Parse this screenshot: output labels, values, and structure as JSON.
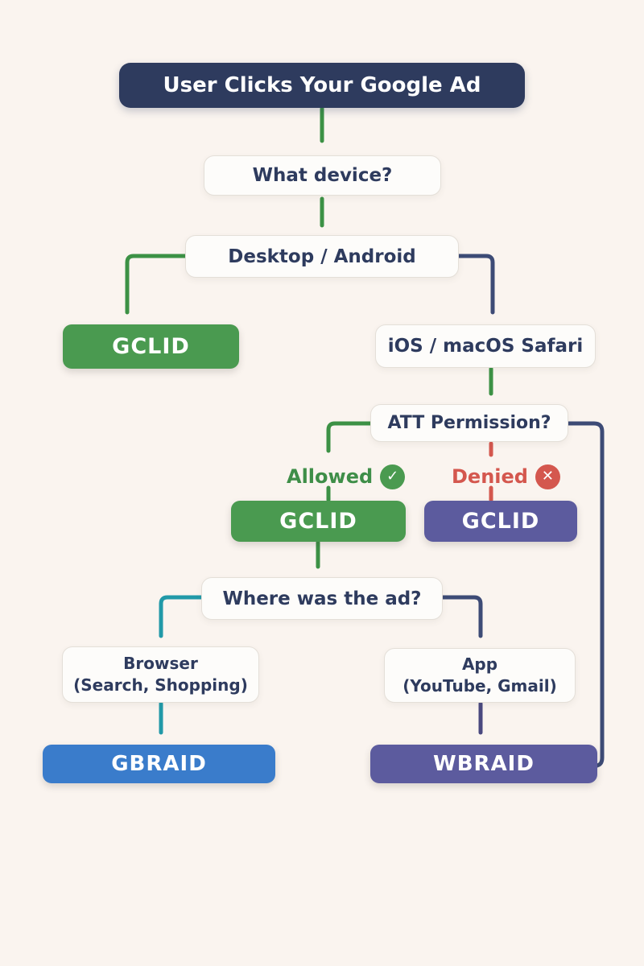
{
  "colors": {
    "background": "#faf4ef",
    "navy": "#2e3b5e",
    "arrow-navy": "#3d4b76",
    "green": "#4a9a50",
    "arrow-green": "#3c9145",
    "green-text": "#3e8e48",
    "teal": "#2199a8",
    "red": "#d4574e",
    "blue": "#3a7ccb",
    "purple": "#5c5b9e",
    "indigo": "#49487f",
    "box-bg": "#fdfcfa",
    "box-border": "#e4dfd8"
  },
  "flowchart": {
    "title": "User Clicks Your Google Ad",
    "nodes": {
      "what_device": "What device?",
      "desktop_android": "Desktop / Android",
      "gclid_desktop": "GCLID",
      "ios_safari": "iOS / macOS Safari",
      "att_permission": "ATT Permission?",
      "allowed_label": "Allowed",
      "denied_label": "Denied",
      "gclid_allowed": "GCLID",
      "gclid_denied": "GCLID",
      "where_ad": "Where was the ad?",
      "browser_line1": "Browser",
      "browser_line2": "(Search, Shopping)",
      "app_line1": "App",
      "app_line2": "(YouTube, Gmail)",
      "gbraid": "GBRAID",
      "wbraid": "WBRAID"
    },
    "icons": {
      "allowed_check": "✓",
      "denied_x": "✕"
    }
  }
}
